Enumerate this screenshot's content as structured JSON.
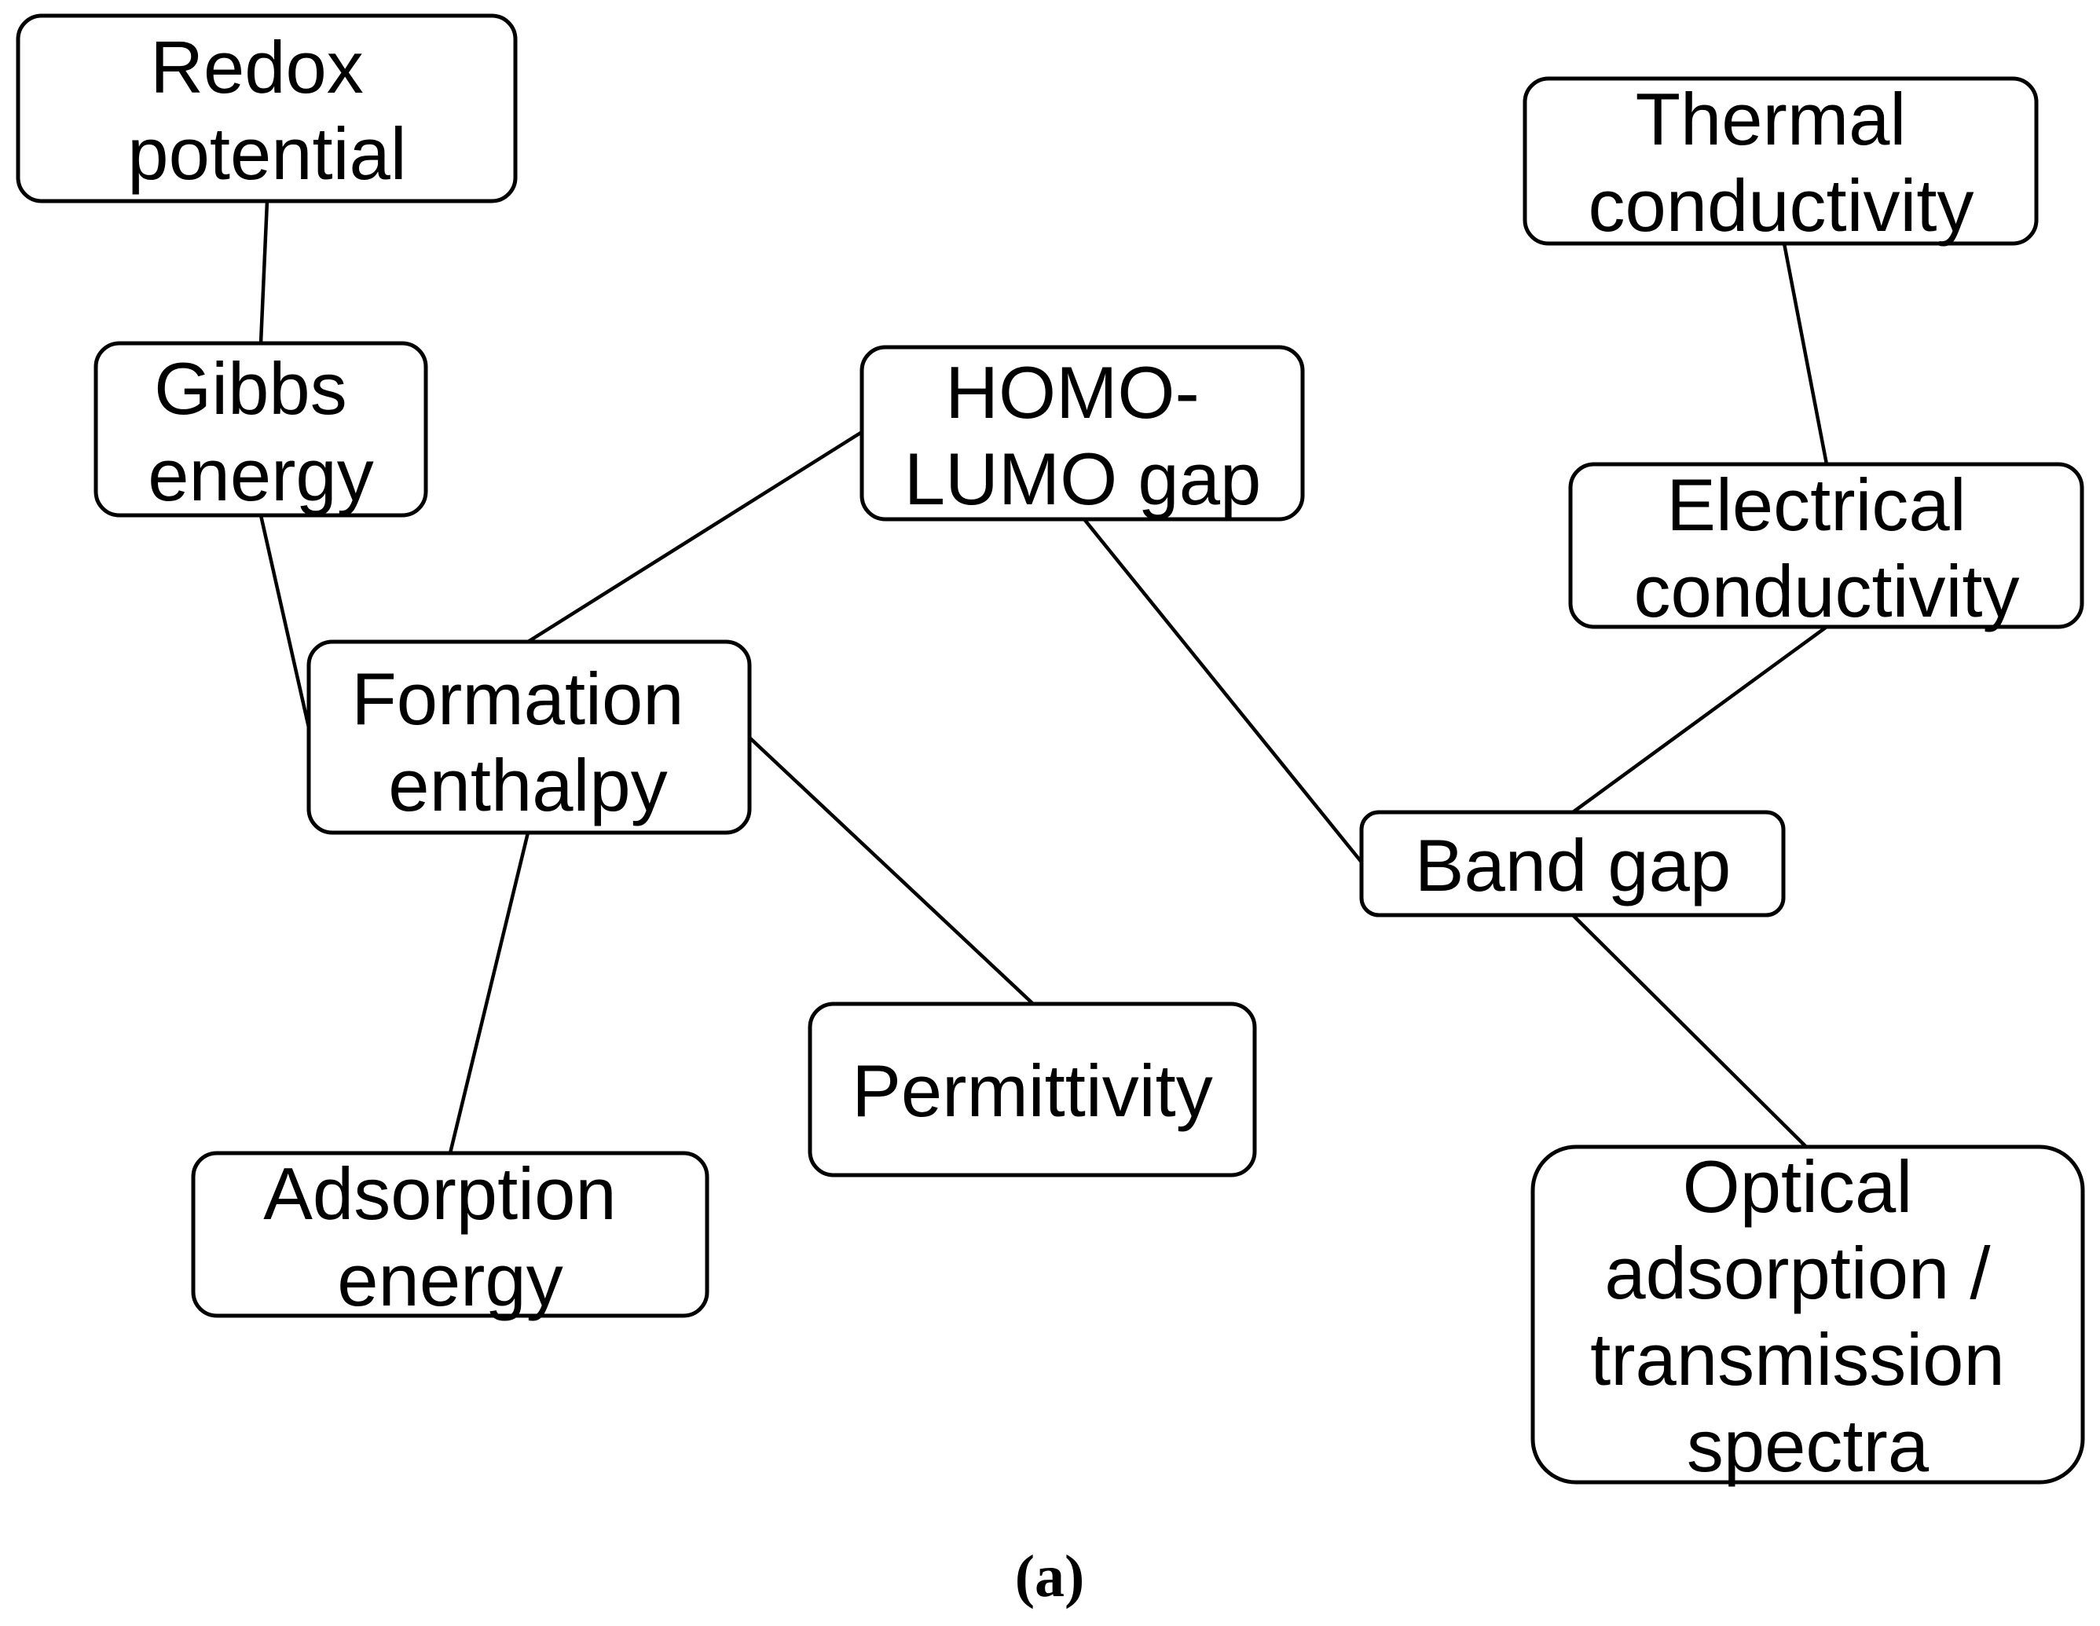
{
  "nodes": {
    "redox": [
      "Redox",
      "potential"
    ],
    "gibbs": [
      "Gibbs",
      "energy"
    ],
    "formation": [
      "Formation",
      "enthalpy"
    ],
    "adsorption": [
      "Adsorption",
      "energy"
    ],
    "homo": [
      "HOMO-",
      "LUMO gap"
    ],
    "permittivity": [
      "Permittivity"
    ],
    "thermal": [
      "Thermal",
      "conductivity"
    ],
    "electrical": [
      "Electrical",
      "conductivity"
    ],
    "bandgap": [
      "Band gap"
    ],
    "optical": [
      "Optical",
      "adsorption /",
      "transmission",
      "spectra"
    ]
  },
  "edges": [
    [
      "redox",
      "gibbs"
    ],
    [
      "gibbs",
      "formation"
    ],
    [
      "formation",
      "homo"
    ],
    [
      "formation",
      "adsorption"
    ],
    [
      "formation",
      "permittivity"
    ],
    [
      "homo",
      "bandgap"
    ],
    [
      "thermal",
      "electrical"
    ],
    [
      "electrical",
      "bandgap"
    ],
    [
      "bandgap",
      "optical"
    ]
  ],
  "caption": "(a)"
}
